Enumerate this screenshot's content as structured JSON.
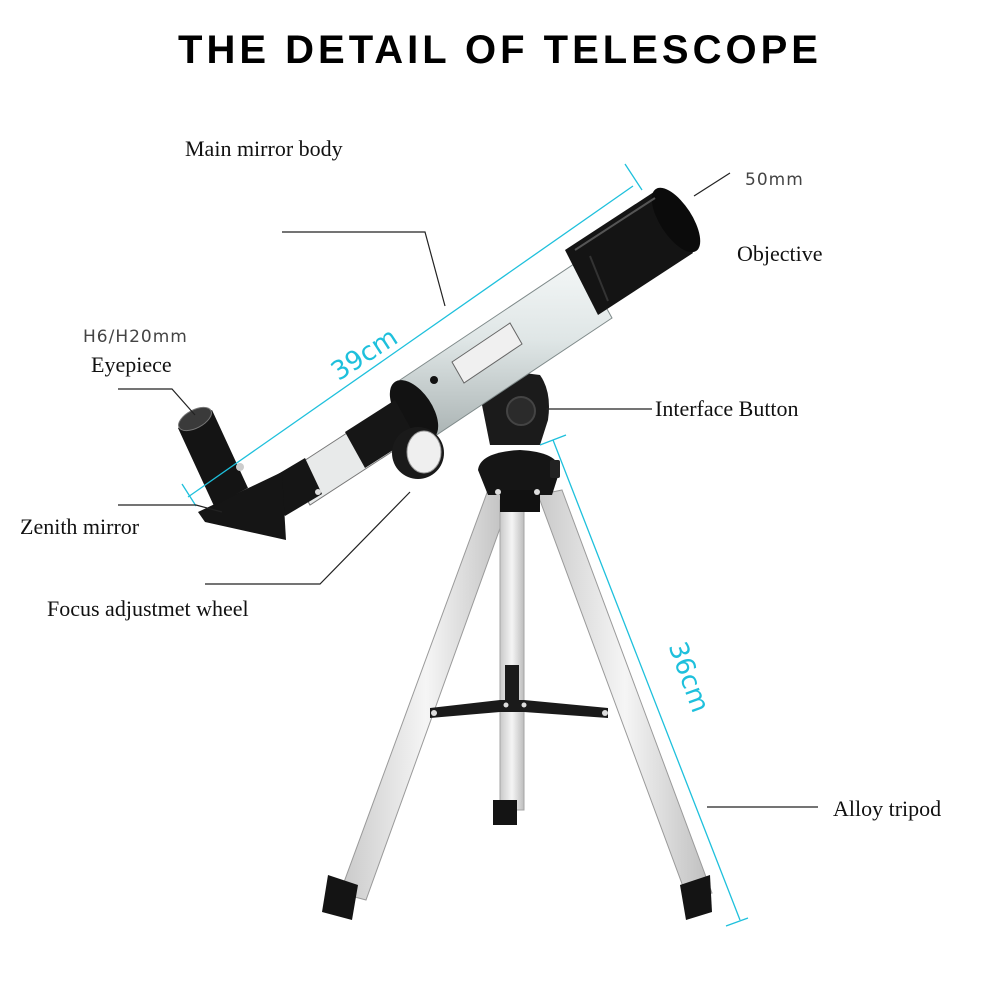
{
  "title": "THE DETAIL OF TELESCOPE",
  "labels": {
    "main_mirror_body": "Main mirror body",
    "objective_size": "50mm",
    "objective": "Objective",
    "eyepiece_size": "H6/H20mm",
    "eyepiece": "Eyepiece",
    "interface_button": "Interface Button",
    "zenith_mirror": "Zenith mirror",
    "focus_wheel": "Focus adjustmet wheel",
    "alloy_tripod": "Alloy tripod"
  },
  "dimensions": {
    "tube_length": "39cm",
    "tripod_height": "36cm"
  },
  "colors": {
    "dimension_line": "#1ec0dc",
    "leader_line": "#222222",
    "tube_silver": "#d9dfe0",
    "black_parts": "#151515"
  }
}
